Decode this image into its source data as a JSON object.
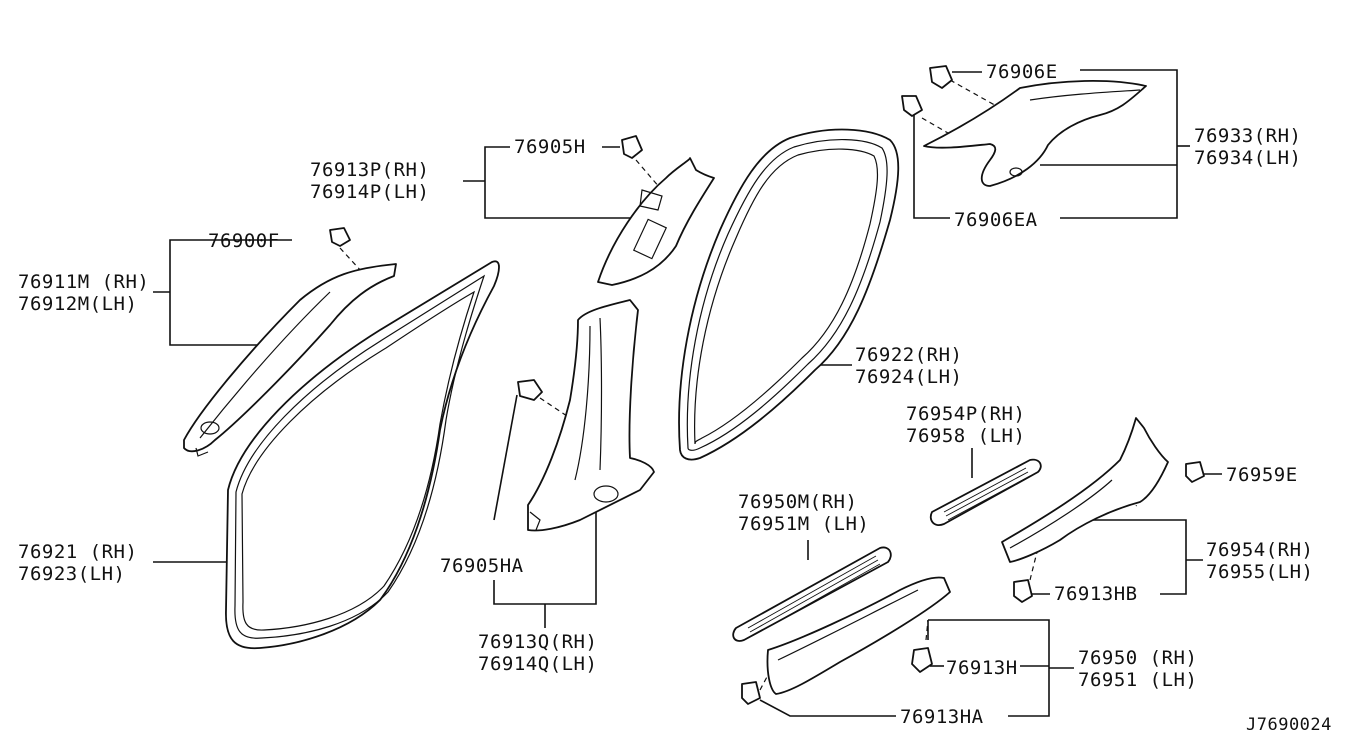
{
  "diagram_id": "J7690024",
  "parts": {
    "p76900F": "76900F",
    "p76911M": "76911M (RH)",
    "p76912M": "76912M(LH)",
    "p76913P": "76913P(RH)",
    "p76914P": "76914P(LH)",
    "p76905H": "76905H",
    "p76906E": "76906E",
    "p76933": "76933(RH)",
    "p76934": "76934(LH)",
    "p76906EA": "76906EA",
    "p76922": "76922(RH)",
    "p76924": "76924(LH)",
    "p76954P": "76954P(RH)",
    "p76958": "76958 (LH)",
    "p76959E": "76959E",
    "p76921": "76921 (RH)",
    "p76923": "76923(LH)",
    "p76905HA": "76905HA",
    "p76913Q": "76913Q(RH)",
    "p76914Q": "76914Q(LH)",
    "p76950M": "76950M(RH)",
    "p76951M": "76951M (LH)",
    "p76954": "76954(RH)",
    "p76955": "76955(LH)",
    "p76913HB": "76913HB",
    "p76913H": "76913H",
    "p76950": "76950 (RH)",
    "p76951": "76951 (LH)",
    "p76913HA": "76913HA"
  }
}
